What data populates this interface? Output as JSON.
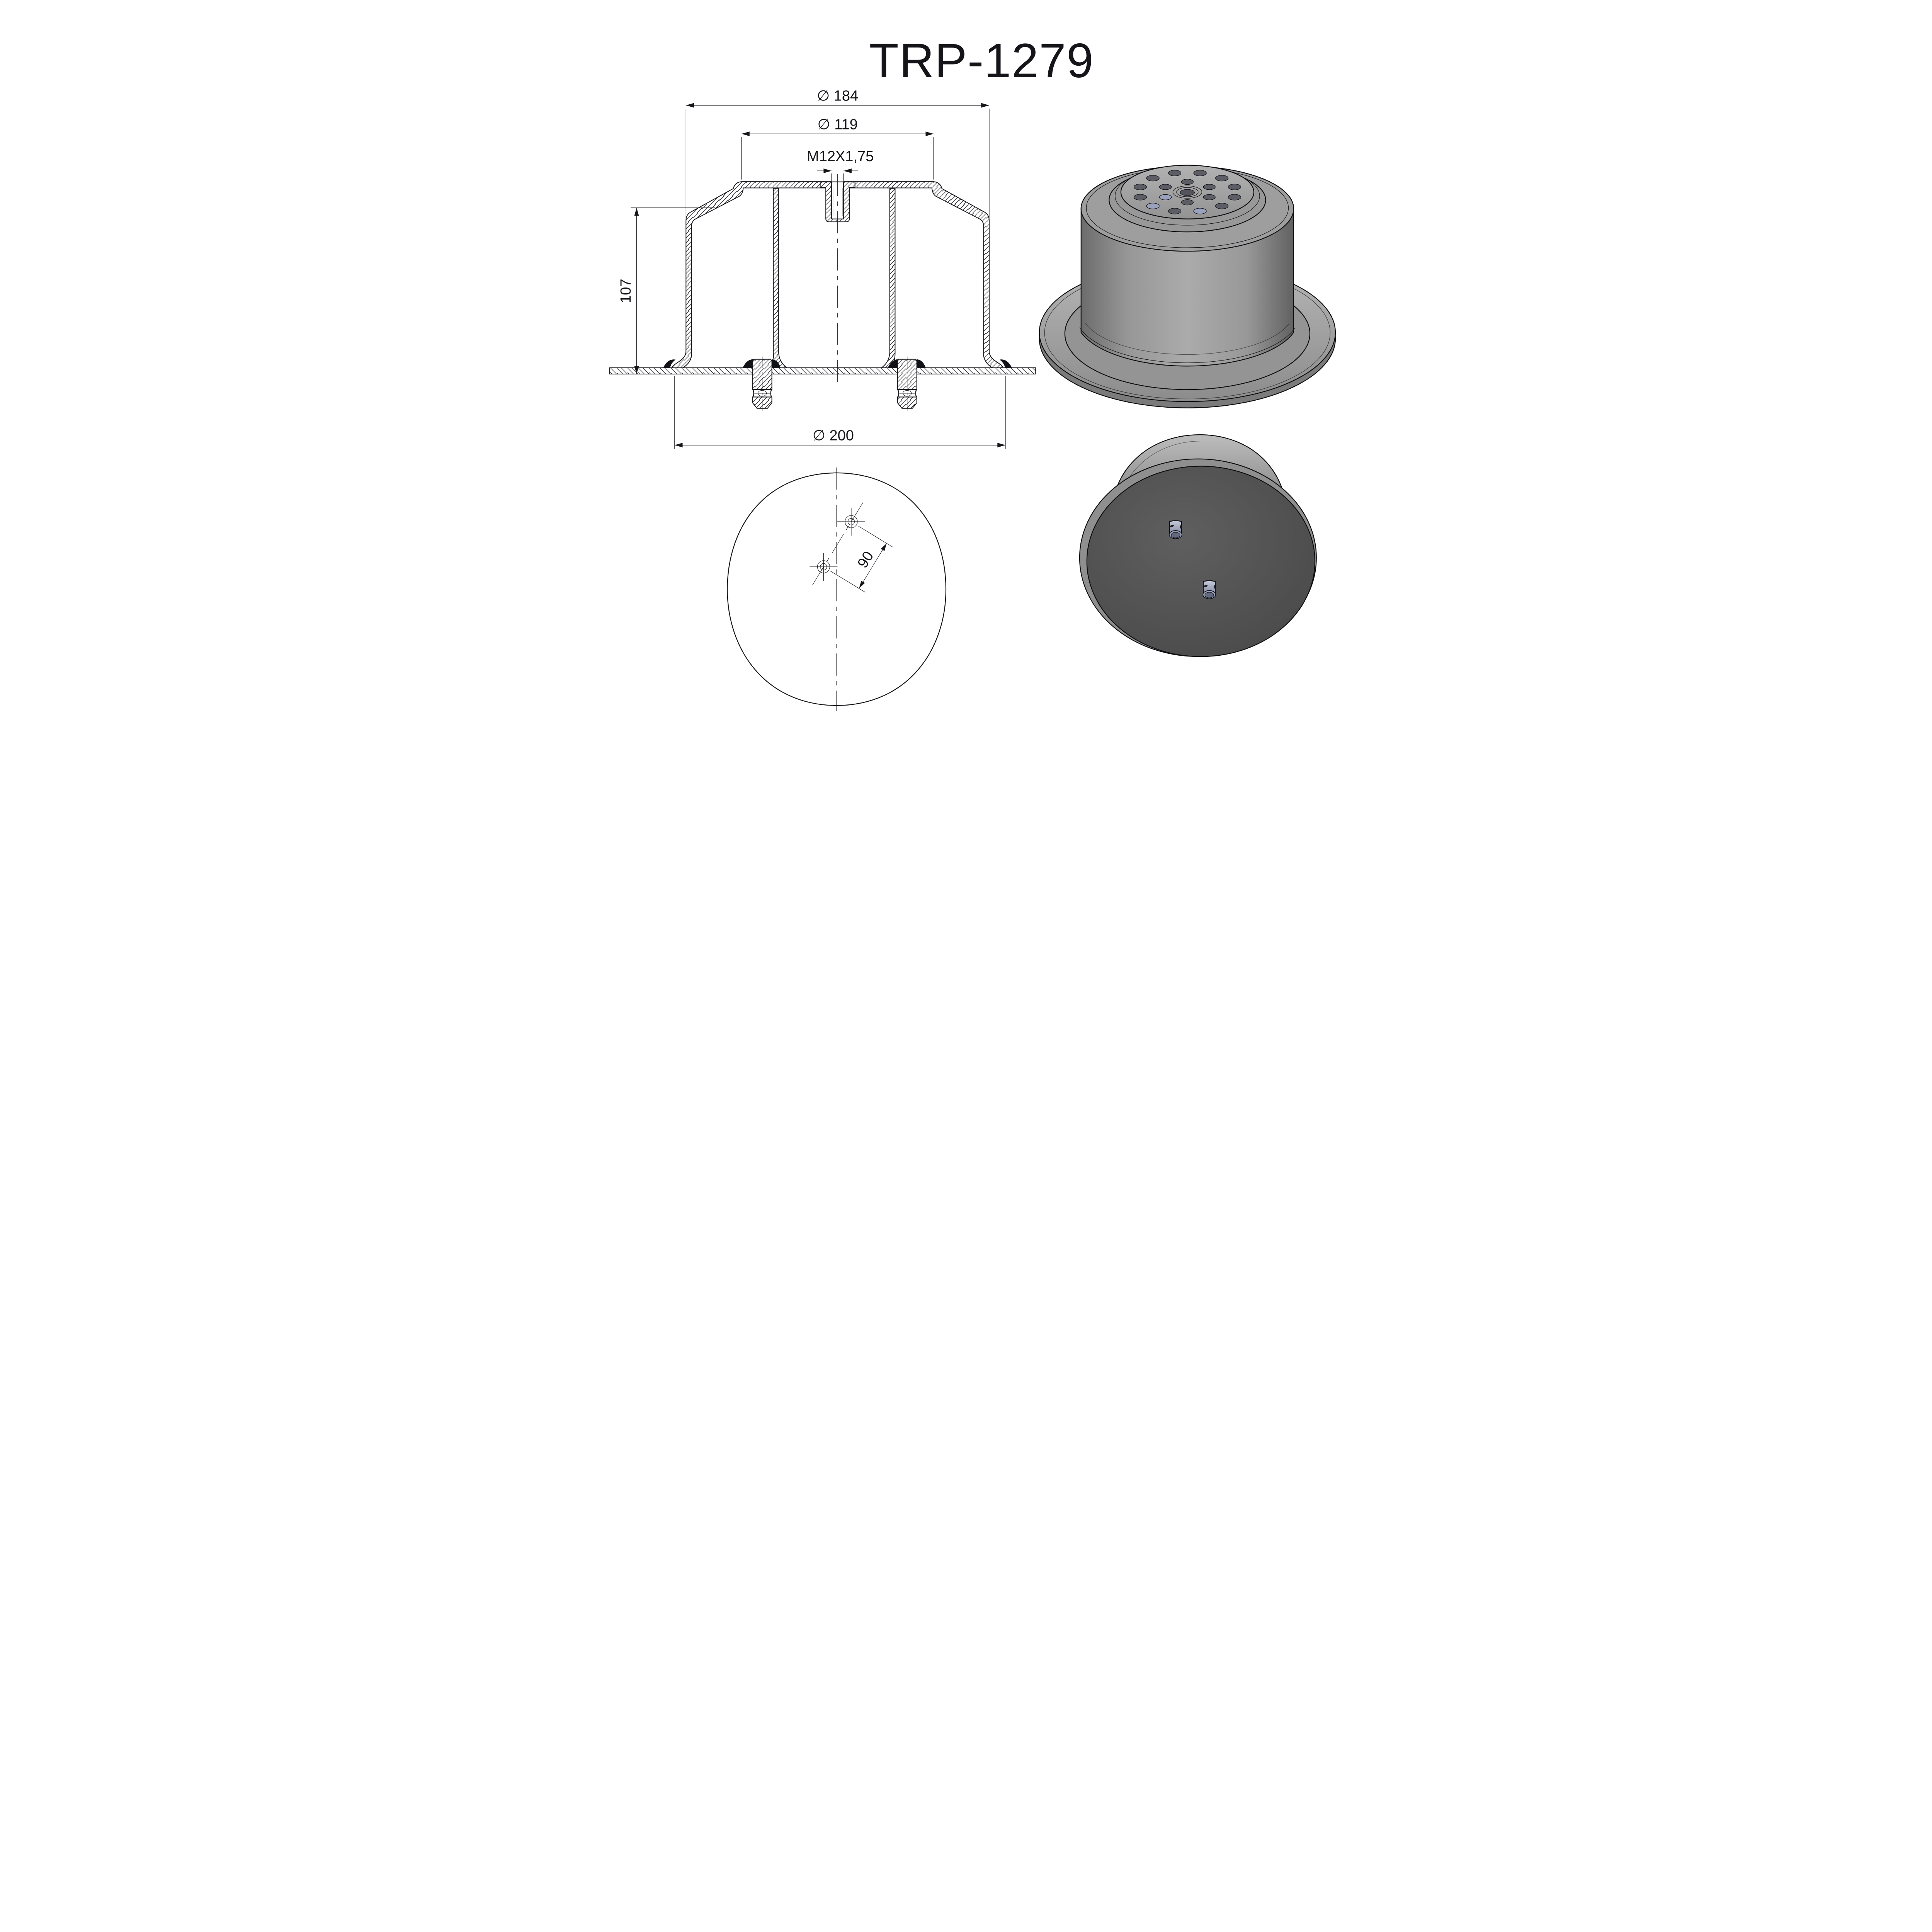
{
  "title": "TRP-1279",
  "views": {
    "cross_section": {
      "dims": {
        "outer_diameter": "∅ 184",
        "top_diameter": "∅ 119",
        "thread": "M12X1,75",
        "height": "107",
        "base_diameter": "∅ 200"
      }
    },
    "bottom_plan": {
      "dims": {
        "stud_spacing": "90"
      }
    }
  },
  "palette": {
    "line": "#15151a",
    "text": "#141419",
    "background": "#ffffff",
    "rubber_black": "#111118",
    "metal_top_face": "#a9a9a9",
    "metal_mid": "#8d8d8d",
    "disc_dark": "#515151",
    "stud_metal": "#9aa0b5",
    "stud_face": "#646a7e",
    "hole_dark": "#5d5d66",
    "hole_blue": "#9aa1bd"
  }
}
